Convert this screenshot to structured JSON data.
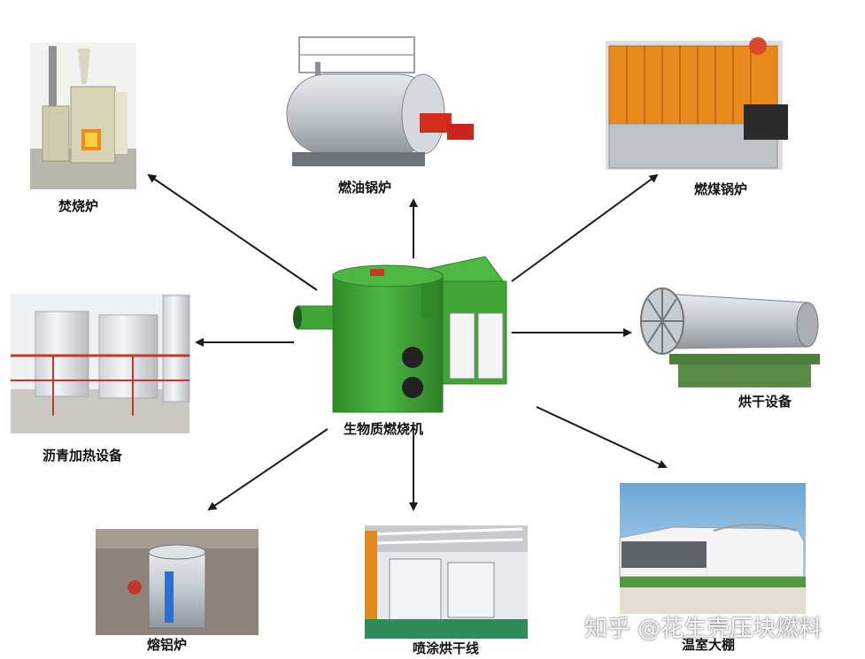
{
  "center": {
    "label": "生物质燃烧机"
  },
  "nodes": [
    {
      "id": "incinerator",
      "label": "焚烧炉"
    },
    {
      "id": "oil-boiler",
      "label": "燃油锅炉"
    },
    {
      "id": "coal-boiler",
      "label": "燃煤锅炉"
    },
    {
      "id": "asphalt",
      "label": "沥青加热设备"
    },
    {
      "id": "dryer",
      "label": "烘干设备"
    },
    {
      "id": "aluminum",
      "label": "熔铝炉"
    },
    {
      "id": "spray-line",
      "label": "喷涂烘干线"
    },
    {
      "id": "greenhouse",
      "label": "温室大棚"
    }
  ],
  "watermark": "知乎 @花生壳压块燃料",
  "colors": {
    "machine_green": "#3fa535",
    "arrow": "#1a1a1a",
    "steel": "#b9bfc6"
  }
}
